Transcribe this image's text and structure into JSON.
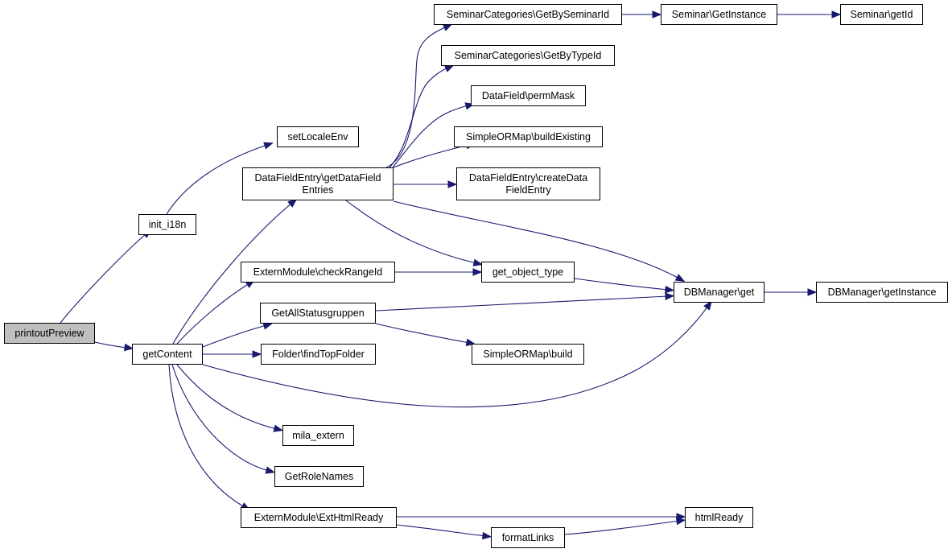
{
  "graph": {
    "edge_color": "#191970",
    "root_fill": "#bfbfbf",
    "nodes": {
      "printoutPreview": [
        "printoutPreview"
      ],
      "init_i18n": [
        "init_i18n"
      ],
      "getContent": [
        "getContent"
      ],
      "setLocaleEnv": [
        "setLocaleEnv"
      ],
      "DataFieldEntry_getDataFieldEntries": [
        "DataFieldEntry\\getDataField",
        "Entries"
      ],
      "ExternModule_checkRangeId": [
        "ExternModule\\checkRangeId"
      ],
      "GetAllStatusgruppen": [
        "GetAllStatusgruppen"
      ],
      "Folder_findTopFolder": [
        "Folder\\findTopFolder"
      ],
      "mila_extern": [
        "mila_extern"
      ],
      "GetRoleNames": [
        "GetRoleNames"
      ],
      "ExternModule_ExtHtmlReady": [
        "ExternModule\\ExtHtmlReady"
      ],
      "SeminarCategories_GetBySeminarId": [
        "SeminarCategories\\GetBySeminarId"
      ],
      "SeminarCategories_GetByTypeId": [
        "SeminarCategories\\GetByTypeId"
      ],
      "DataField_permMask": [
        "DataField\\permMask"
      ],
      "SimpleORMap_buildExisting": [
        "SimpleORMap\\buildExisting"
      ],
      "DataFieldEntry_createDataFieldEntry": [
        "DataFieldEntry\\createData",
        "FieldEntry"
      ],
      "get_object_type": [
        "get_object_type"
      ],
      "SimpleORMap_build": [
        "SimpleORMap\\build"
      ],
      "formatLinks": [
        "formatLinks"
      ],
      "Seminar_GetInstance": [
        "Seminar\\GetInstance"
      ],
      "Seminar_getId": [
        "Seminar\\getId"
      ],
      "DBManager_get": [
        "DBManager\\get"
      ],
      "htmlReady": [
        "htmlReady"
      ],
      "DBManager_getInstance": [
        "DBManager\\getInstance"
      ]
    },
    "edges": [
      [
        "printoutPreview",
        "init_i18n"
      ],
      [
        "printoutPreview",
        "getContent"
      ],
      [
        "init_i18n",
        "setLocaleEnv"
      ],
      [
        "getContent",
        "DataFieldEntry_getDataFieldEntries"
      ],
      [
        "getContent",
        "ExternModule_checkRangeId"
      ],
      [
        "getContent",
        "GetAllStatusgruppen"
      ],
      [
        "getContent",
        "Folder_findTopFolder"
      ],
      [
        "getContent",
        "DBManager_get"
      ],
      [
        "getContent",
        "mila_extern"
      ],
      [
        "getContent",
        "GetRoleNames"
      ],
      [
        "getContent",
        "ExternModule_ExtHtmlReady"
      ],
      [
        "DataFieldEntry_getDataFieldEntries",
        "SeminarCategories_GetBySeminarId"
      ],
      [
        "DataFieldEntry_getDataFieldEntries",
        "SeminarCategories_GetByTypeId"
      ],
      [
        "DataFieldEntry_getDataFieldEntries",
        "DataField_permMask"
      ],
      [
        "DataFieldEntry_getDataFieldEntries",
        "SimpleORMap_buildExisting"
      ],
      [
        "DataFieldEntry_getDataFieldEntries",
        "DataFieldEntry_createDataFieldEntry"
      ],
      [
        "DataFieldEntry_getDataFieldEntries",
        "get_object_type"
      ],
      [
        "DataFieldEntry_getDataFieldEntries",
        "DBManager_get"
      ],
      [
        "SeminarCategories_GetBySeminarId",
        "Seminar_GetInstance"
      ],
      [
        "Seminar_GetInstance",
        "Seminar_getId"
      ],
      [
        "ExternModule_checkRangeId",
        "get_object_type"
      ],
      [
        "get_object_type",
        "DBManager_get"
      ],
      [
        "GetAllStatusgruppen",
        "DBManager_get"
      ],
      [
        "GetAllStatusgruppen",
        "SimpleORMap_build"
      ],
      [
        "DBManager_get",
        "DBManager_getInstance"
      ],
      [
        "ExternModule_ExtHtmlReady",
        "htmlReady"
      ],
      [
        "ExternModule_ExtHtmlReady",
        "formatLinks"
      ],
      [
        "formatLinks",
        "htmlReady"
      ]
    ]
  }
}
